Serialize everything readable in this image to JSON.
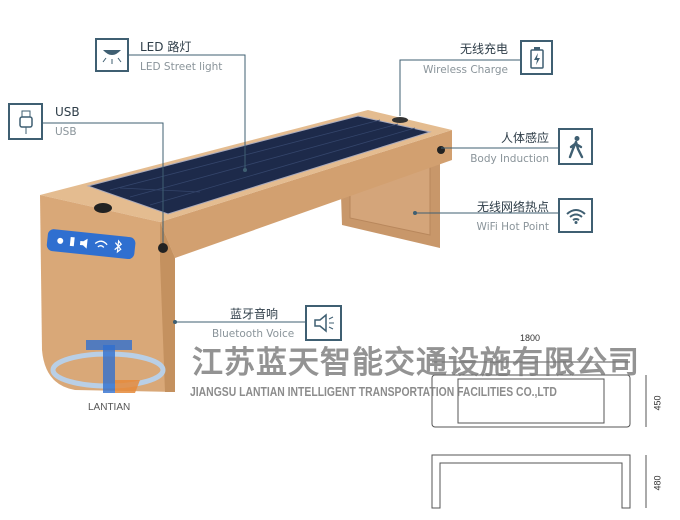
{
  "features": {
    "led": {
      "title": "LED 路灯",
      "subtitle": "LED Street light",
      "icon": "ceiling-light-icon"
    },
    "usb": {
      "title": "USB",
      "subtitle": "USB",
      "icon": "usb-icon"
    },
    "wireless": {
      "title": "无线充电",
      "subtitle": "Wireless Charge",
      "icon": "battery-charge-icon"
    },
    "body": {
      "title": "人体感应",
      "subtitle": "Body Induction",
      "icon": "person-walking-icon"
    },
    "wifi": {
      "title": "无线网络热点",
      "subtitle": "WiFi Hot Point",
      "icon": "wifi-icon"
    },
    "bluetooth": {
      "title": "蓝牙音响",
      "subtitle": "Bluetooth Voice",
      "icon": "speaker-icon"
    }
  },
  "company": {
    "name_cn": "江苏蓝天智能交通设施有限公司",
    "name_en": "JIANGSU LANTIAN INTELLIGENT TRANSPORTATION FACILITIES CO.,LTD",
    "logo_text": "LANTIAN"
  },
  "dimensions": {
    "length": "1800",
    "width": "450",
    "height": "480"
  },
  "colors": {
    "bench": "#d9a878",
    "panel": "#1d2a4a",
    "accent": "#3f5f72",
    "strip": "#2f6fd0"
  }
}
